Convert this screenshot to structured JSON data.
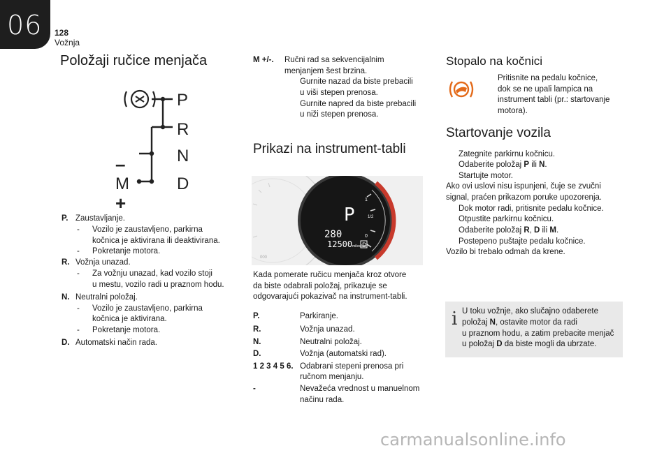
{
  "header": {
    "chapter": "06",
    "page": "128",
    "section": "Vožnja"
  },
  "col1": {
    "title": "Položaji ručice menjača",
    "diagram": {
      "letters": [
        "P",
        "R",
        "N",
        "D"
      ],
      "minus": "–",
      "m": "M",
      "plus": "+"
    },
    "defs": [
      {
        "key": "P.",
        "text": "Zaustavljanje.",
        "subs": [
          "Vozilo je zaustavljeno, parkirna",
          "kočnica je aktivirana ili deaktivirana.",
          "Pokretanje motora."
        ]
      },
      {
        "key": "R.",
        "text": "Vožnja unazad.",
        "subs": [
          "Za vožnju unazad, kad vozilo stoji",
          "u mestu, vozilo radi u praznom hodu."
        ]
      },
      {
        "key": "N.",
        "text": "Neutralni položaj.",
        "subs": [
          "Vozilo je zaustavljeno, parkirna",
          "kočnica je aktivirana.",
          "Pokretanje motora."
        ]
      },
      {
        "key": "D.",
        "text": "Automatski način rada."
      }
    ]
  },
  "col2": {
    "m_key": "M +/-.",
    "m_lines": [
      "Ručni rad sa sekvencijalnim",
      "menjanjem šest brzina."
    ],
    "m_subs": [
      "Gurnite nazad da biste prebacili",
      "u viši stepen prenosa.",
      "Gurnite napred da biste prebacili",
      "u niži stepen prenosa."
    ],
    "title": "Prikazi na instrument-tabli",
    "cluster": {
      "gear": "P",
      "speed": "280",
      "odo": "12500",
      "odo_unit": "miles km",
      "gear_small": "D",
      "scale_1": "1",
      "scale_half": "1/2",
      "scale_0": "0",
      "temp": "000"
    },
    "intro": [
      "Kada pomerate ručicu menjača kroz otvore",
      "da biste odabrali položaj, prikazuje se",
      "odgovarajući pokazivač na instrument-tabli."
    ],
    "legend": [
      {
        "key": "P.",
        "lines": [
          "Parkiranje."
        ]
      },
      {
        "key": "R.",
        "lines": [
          "Vožnja unazad."
        ]
      },
      {
        "key": "N.",
        "lines": [
          "Neutralni položaj."
        ]
      },
      {
        "key": "D.",
        "lines": [
          "Vožnja (automatski rad)."
        ]
      },
      {
        "key": "1 2 3 4 5 6.",
        "lines": [
          "Odabrani stepeni prenosa pri",
          "ručnom menjanju."
        ]
      },
      {
        "key": "-",
        "lines": [
          "Nevažeća vrednost u manuelnom",
          "načinu rada."
        ]
      }
    ]
  },
  "col3": {
    "brake_title": "Stopalo na kočnici",
    "brake_lines": [
      "Pritisnite na pedalu kočnice,",
      "dok se ne upali lampica na",
      "instrument tabli (pr.: startovanje",
      "motora)."
    ],
    "start_title": "Startovanje vozila",
    "s1": "Zategnite parkirnu kočnicu.",
    "s2a": "Odaberite položaj ",
    "s2b": "P",
    "s2c": " ili ",
    "s2d": "N",
    "s2e": ".",
    "s3": "Startujte motor.",
    "p1": "Ako ovi uslovi nisu ispunjeni, čuje se zvučni",
    "p2": "signal, praćen prikazom poruke upozorenja.",
    "s4": "Dok motor radi, pritisnite pedalu kočnice.",
    "s5": "Otpustite parkirnu kočnicu.",
    "s6a": "Odaberite položaj ",
    "s6b": "R",
    "s6c": ", ",
    "s6d": "D",
    "s6e": " ili ",
    "s6f": "M",
    "s6g": ".",
    "s7": "Postepeno puštajte pedalu kočnice.",
    "p3": "Vozilo bi trebalo odmah da krene.",
    "info_l1": "U toku vožnje, ako slučajno odaberete",
    "info_l2a": "položaj ",
    "info_l2b": "N",
    "info_l2c": ", ostavite motor da radi",
    "info_l3": "u praznom hodu, a zatim prebacite menjač",
    "info_l4a": "u položaj ",
    "info_l4b": "D",
    "info_l4c": " da biste mogli da ubrzate."
  },
  "icons": {
    "arrow": "",
    "info": "i"
  },
  "watermark": "carmanualsonline.info"
}
